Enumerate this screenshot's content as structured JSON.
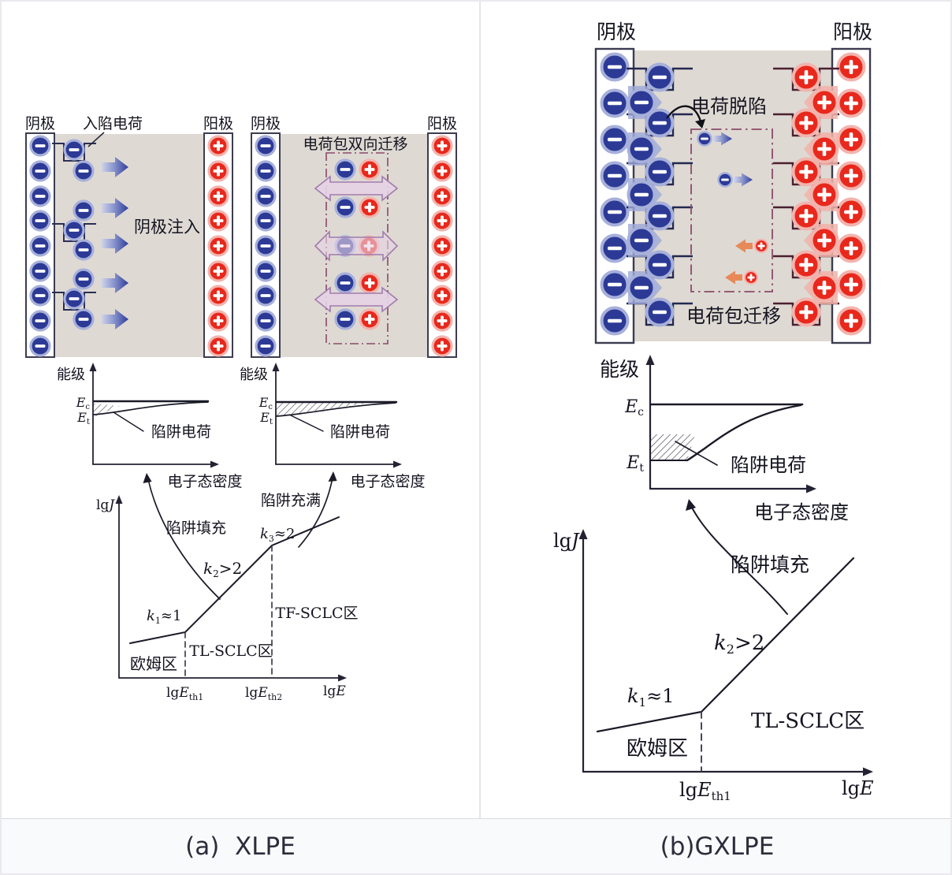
{
  "captions": {
    "a": "(a)  XLPE",
    "b": "(b)GXLPE"
  },
  "left": {
    "d1": {
      "cathode": "阴极",
      "trapped_charge": "入陷电荷",
      "anode": "阳极",
      "injection": "阴极注入"
    },
    "d2": {
      "cathode": "阴极",
      "anode": "阳极",
      "title": "电荷包双向迁移"
    },
    "e1": {
      "ylabel": "能级",
      "xlabel": "电子态密度",
      "E": "E",
      "sub_c": "c",
      "sub_t": "t",
      "trap_charge": "陷阱电荷"
    },
    "e2": {
      "ylabel": "能级",
      "xlabel": "电子态密度",
      "E": "E",
      "sub_c": "c",
      "sub_t": "t",
      "trap_charge": "陷阱电荷"
    },
    "plot": {
      "lg": "lg",
      "J": "J",
      "E": "E",
      "trap_filling": "陷阱填充",
      "trap_full": "陷阱充满",
      "k": "k",
      "k1_sub": "1",
      "k1_rest": "≈1",
      "k2_sub": "2",
      "k2_rest": ">2",
      "k3_sub": "3",
      "k3_rest": "≈2",
      "ohmic": "欧姆区",
      "tl_sclc": "TL-SCLC区",
      "tf_sclc": "TF-SCLC区",
      "eth1_sub": "th1",
      "eth2_sub": "th2"
    }
  },
  "right": {
    "d": {
      "cathode": "阴极",
      "anode": "阳极",
      "detrapping": "电荷脱陷",
      "migration": "电荷包迁移"
    },
    "e": {
      "ylabel": "能级",
      "xlabel": "电子态密度",
      "E": "E",
      "sub_c": "c",
      "sub_t": "t",
      "trap_charge": "陷阱电荷"
    },
    "plot": {
      "lg": "lg",
      "J": "J",
      "E": "E",
      "trap_filling": "陷阱填充",
      "k": "k",
      "k1_sub": "1",
      "k1_rest": "≈1",
      "k2_sub": "2",
      "k2_rest": ">2",
      "ohmic": "欧姆区",
      "tl_sclc": "TL-SCLC区",
      "eth1_sub": "th1"
    }
  },
  "colors": {
    "negative_charge": "#2c3a96",
    "positive_charge": "#e8281c",
    "charge_halo_blue": "#a7b0da",
    "charge_halo_red": "#f3b3ad",
    "dielectric_gray": "#ded9d3",
    "migration_arrow": "#e6d2e4",
    "migration_arrow_border": "#a07cae",
    "injection_arrow": "#2e3d9a",
    "detrap_arrow_orange": "#e8895a",
    "dashdot_box": "#8a4a6a",
    "axis": "#222233",
    "text": "#141420"
  }
}
